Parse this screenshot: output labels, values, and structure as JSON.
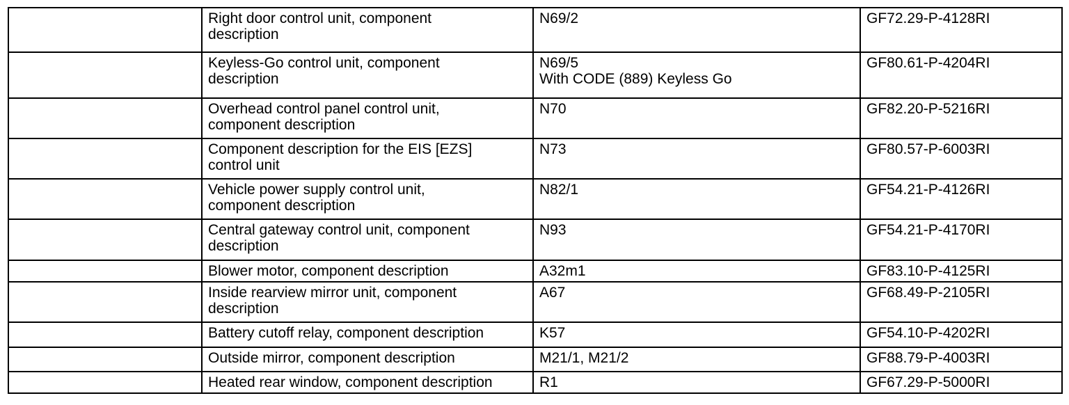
{
  "colors": {
    "border": "#000000",
    "text": "#000000",
    "background": "#ffffff"
  },
  "table": {
    "rows": [
      {
        "label": "",
        "description": "Right door control unit, component\ndescription",
        "code": "N69/2",
        "reference": "GF72.29-P-4128RI"
      },
      {
        "label": "",
        "description": "Keyless-Go control unit, component\ndescription",
        "code": "N69/5\nWith CODE (889) Keyless Go",
        "reference": "GF80.61-P-4204RI"
      },
      {
        "label": "",
        "description": "Overhead control panel control unit,\ncomponent description",
        "code": "N70",
        "reference": "GF82.20-P-5216RI"
      },
      {
        "label": "",
        "description": "Component description for the EIS [EZS]\ncontrol unit",
        "code": "N73",
        "reference": "GF80.57-P-6003RI"
      },
      {
        "label": "",
        "description": "Vehicle power supply control unit,\ncomponent description",
        "code": "N82/1",
        "reference": "GF54.21-P-4126RI"
      },
      {
        "label": "",
        "description": "Central gateway control unit, component\ndescription",
        "code": "N93",
        "reference": "GF54.21-P-4170RI"
      },
      {
        "label": "",
        "description": "Blower motor, component description",
        "code": "A32m1",
        "reference": "GF83.10-P-4125RI"
      },
      {
        "label": "",
        "description": "Inside rearview mirror unit, component\ndescription",
        "code": "A67",
        "reference": "GF68.49-P-2105RI"
      },
      {
        "label": "",
        "description": "Battery cutoff relay, component description",
        "code": "K57",
        "reference": "GF54.10-P-4202RI"
      },
      {
        "label": "",
        "description": "Outside mirror, component description",
        "code": "M21/1, M21/2",
        "reference": "GF88.79-P-4003RI"
      },
      {
        "label": "",
        "description": "Heated rear window, component description",
        "code": "R1",
        "reference": "GF67.29-P-5000RI"
      }
    ]
  }
}
